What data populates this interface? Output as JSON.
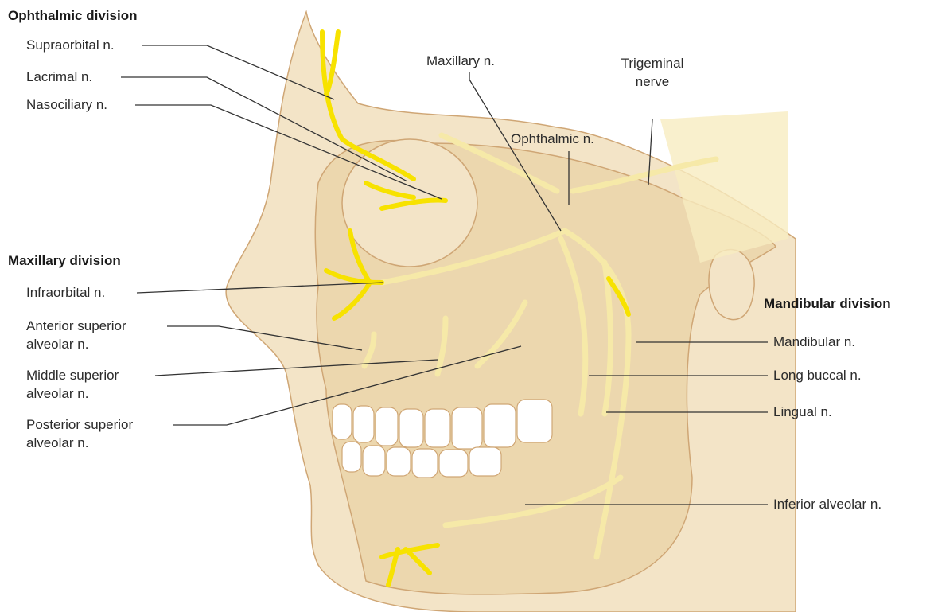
{
  "divisions": {
    "ophthalmic": "Ophthalmic division",
    "maxillary": "Maxillary division",
    "mandibular": "Mandibular division"
  },
  "labels": {
    "supraorbital": "Supraorbital n.",
    "lacrimal": "Lacrimal n.",
    "nasociliary": "Nasociliary n.",
    "maxillary_n": "Maxillary n.",
    "ophthalmic_n": "Ophthalmic n.",
    "trigeminal_1": "Trigeminal",
    "trigeminal_2": "nerve",
    "infraorbital": "Infraorbital n.",
    "asa_1": "Anterior superior",
    "asa_2": "alveolar n.",
    "msa_1": "Middle superior",
    "msa_2": "alveolar n.",
    "psa_1": "Posterior superior",
    "psa_2": "alveolar n.",
    "mandibular_n": "Mandibular n.",
    "long_buccal": "Long buccal n.",
    "lingual": "Lingual n.",
    "inferior_alveolar": "Inferior alveolar n."
  },
  "colors": {
    "skin": "#f3e4c7",
    "bone": "#ecd7ae",
    "outline": "#cfa675",
    "nerve": "#f7e200",
    "nerve_pale": "#f6e9a8",
    "leader": "#333333",
    "tooth": "#ffffff"
  }
}
